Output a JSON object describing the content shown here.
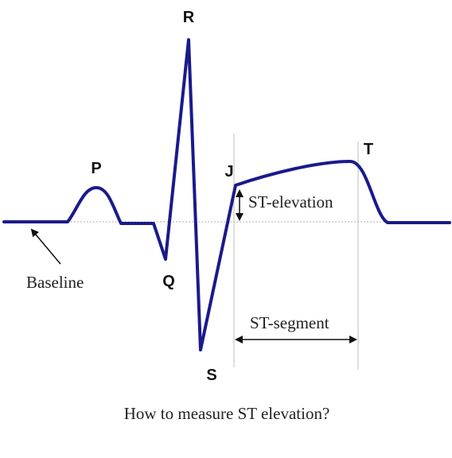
{
  "diagram": {
    "wave_labels": {
      "p": "P",
      "q": "Q",
      "r": "R",
      "s": "S",
      "t": "T",
      "j": "J"
    },
    "annotations": {
      "baseline": "Baseline",
      "st_elevation": "ST-elevation",
      "st_segment": "ST-segment"
    },
    "caption": "How to measure ST elevation?",
    "colors": {
      "waveform": "#1a1a8c",
      "baseline": "#b0b0b0",
      "guides": "#bdbdbd",
      "arrows": "#111111"
    }
  }
}
